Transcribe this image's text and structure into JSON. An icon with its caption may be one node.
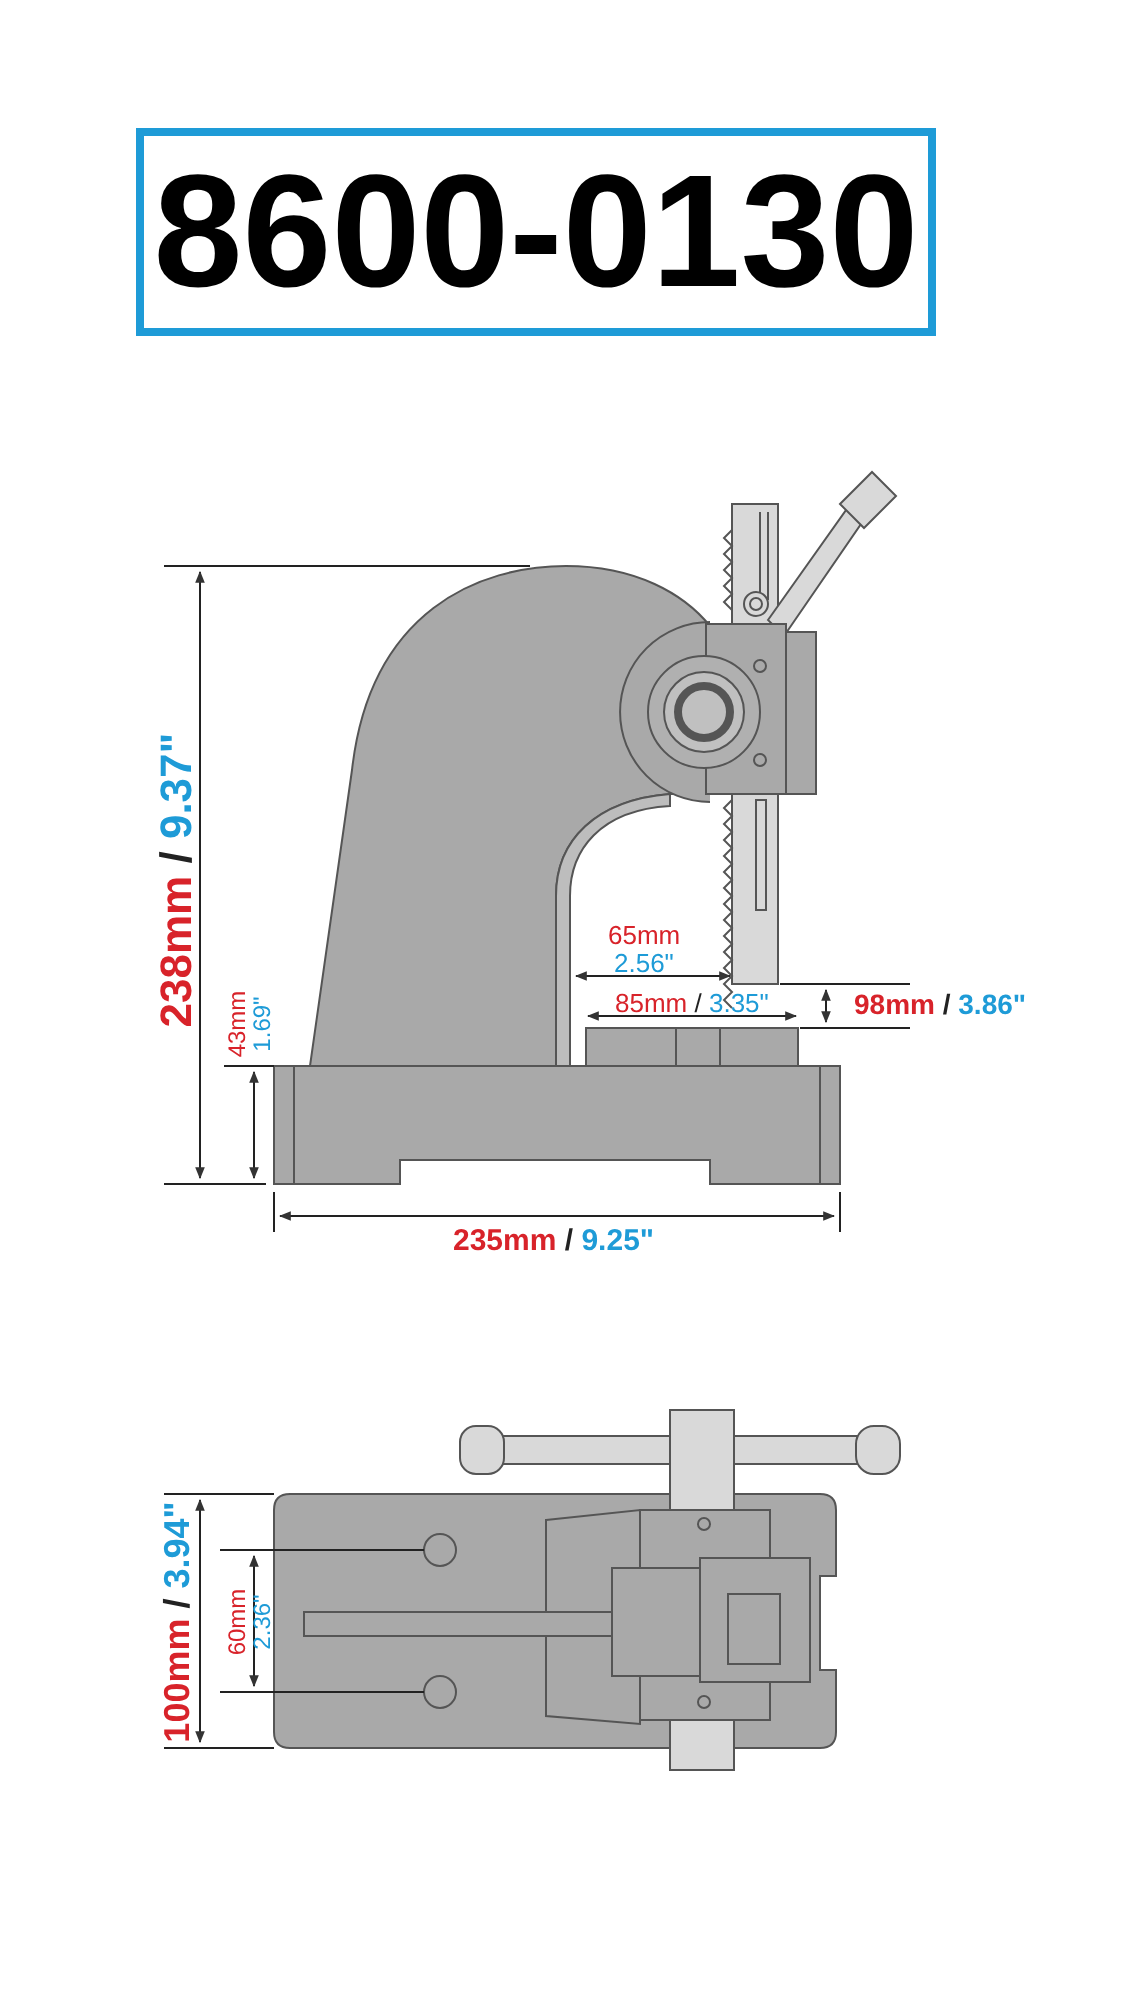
{
  "diagram": {
    "title": "8600-0130",
    "labels": [
      "238mm / 9.37\"",
      "43mm",
      "1.69\"",
      "65mm",
      "2.56\"",
      "85mm / 3.35\"",
      "98mm / 3.86\"",
      "235mm / 9.25\"",
      "100mm / 3.94\"",
      "60mm",
      "2.36\""
    ]
  }
}
